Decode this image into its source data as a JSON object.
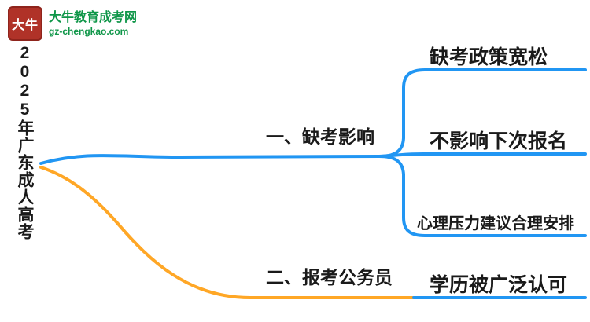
{
  "brand": {
    "logo_text": "大牛",
    "site_name": "大牛教育成考网",
    "site_url": "gz-chengkao.com"
  },
  "colors": {
    "blue": "#2196F3",
    "orange": "#FFA726",
    "green": "#0e9648",
    "logo_red": "#b03228"
  },
  "mindmap": {
    "root": "2025年广东成人高考",
    "branches": [
      {
        "label": "一、缺考影响",
        "color": "#2196F3",
        "children": [
          "缺考政策宽松",
          "不影响下次报名",
          "心理压力建议合理安排"
        ]
      },
      {
        "label": "二、报考公务员",
        "color": "#FFA726",
        "children": [
          "学历被广泛认可"
        ]
      }
    ]
  }
}
